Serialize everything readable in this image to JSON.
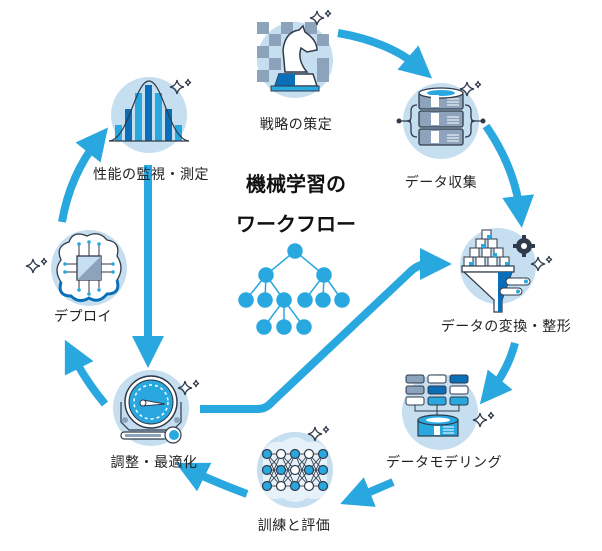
{
  "title": {
    "line1": "機械学習の",
    "line2": "ワークフロー"
  },
  "colors": {
    "arrow": "#29a8e0",
    "circle_bg": "#c5def0",
    "dark_blue": "#0a6fb8",
    "mid_blue": "#2a9fd8",
    "gray_blue": "#8da3bc",
    "outline": "#2f3a4a",
    "tree_node": "#29a8e0"
  },
  "steps": [
    {
      "id": "strategy",
      "label": "戦略の策定",
      "icon": "chess-knight-icon"
    },
    {
      "id": "data-collection",
      "label": "データ収集",
      "icon": "database-icon"
    },
    {
      "id": "data-transform",
      "label": "データの変換・整形",
      "icon": "funnel-icon"
    },
    {
      "id": "data-modeling",
      "label": "データモデリング",
      "icon": "data-model-icon"
    },
    {
      "id": "training",
      "label": "訓練と評価",
      "icon": "neural-network-icon"
    },
    {
      "id": "tuning",
      "label": "調整・最適化",
      "icon": "gauge-wrench-icon"
    },
    {
      "id": "deploy",
      "label": "デプロイ",
      "icon": "brain-chip-icon"
    },
    {
      "id": "monitoring",
      "label": "性能の監視・測定",
      "icon": "bell-curve-chart-icon"
    }
  ],
  "center_icon": "decision-tree-icon"
}
